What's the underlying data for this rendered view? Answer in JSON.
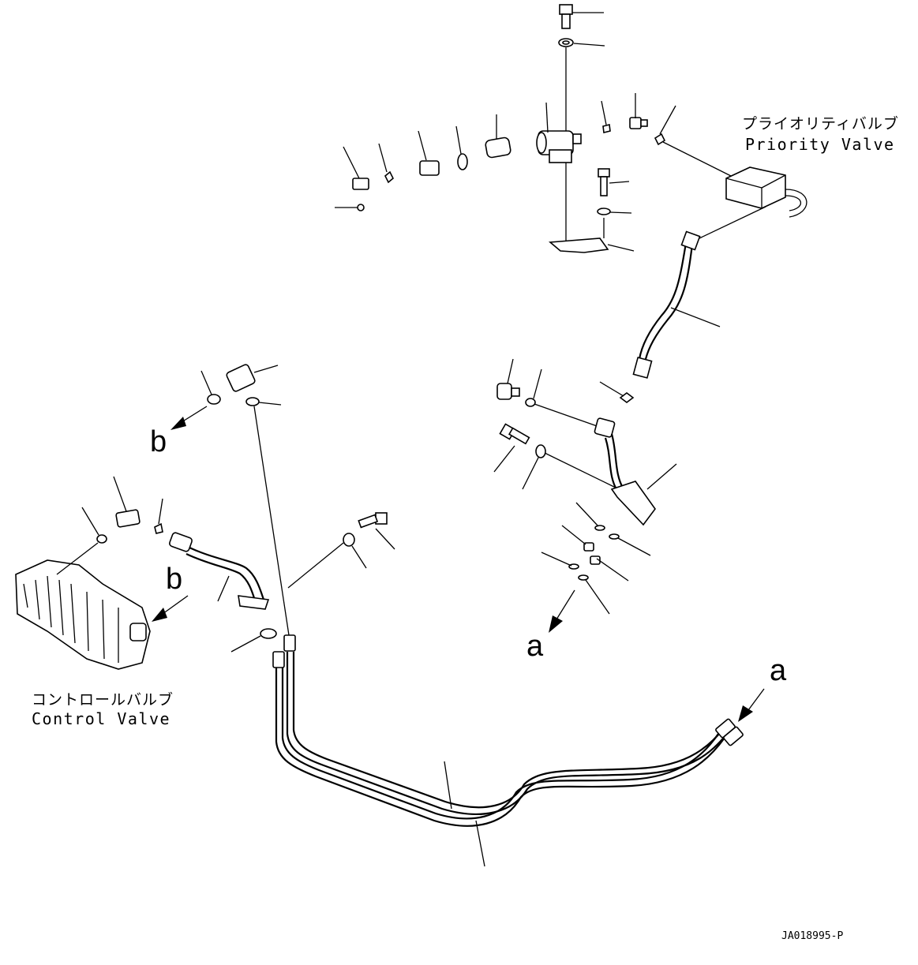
{
  "labels": {
    "priority_valve_jp": "プライオリティバルブ",
    "priority_valve_en": "Priority Valve",
    "control_valve_jp": "コントロールバルブ",
    "control_valve_en": "Control Valve",
    "ref_a": "a",
    "ref_b": "b",
    "drawing_id": "JA018995-P"
  }
}
